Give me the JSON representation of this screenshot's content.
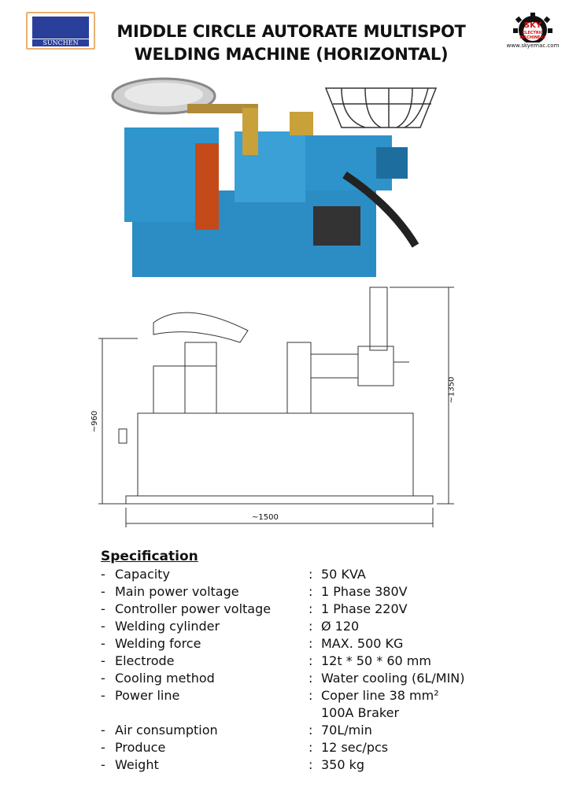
{
  "header": {
    "title_line1": "MIDDLE CIRCLE AUTORATE MULTISPOT",
    "title_line2": "WELDING MACHINE (HORIZONTAL)",
    "logo_left": "SUNCHEN",
    "logo_right": "SKY ELECTRIC MACHINERY",
    "logo_right_url": "www.skyemac.com"
  },
  "drawing": {
    "dim_height": "~960",
    "dim_width": "~1500",
    "dim_total_height": "~1350"
  },
  "specification": {
    "title": "Specification",
    "rows": [
      {
        "label": "Capacity",
        "value": "50 KVA"
      },
      {
        "label": "Main power voltage",
        "value": "1 Phase  380V"
      },
      {
        "label": "Controller power voltage",
        "value": "1 Phase 220V"
      },
      {
        "label": "Welding cylinder",
        "value": "Ø 120"
      },
      {
        "label": "Welding force",
        "value": "MAX. 500 KG"
      },
      {
        "label": "Electrode",
        "value": "12t * 50 * 60 mm"
      },
      {
        "label": "Cooling method",
        "value": "Water cooling (6L/MIN)"
      },
      {
        "label": "Power line",
        "value": "Coper line 38 mm²",
        "value2": "100A  Braker"
      },
      {
        "label": "Air consumption",
        "value": "70L/min"
      },
      {
        "label": "Produce",
        "value": "12 sec/pcs"
      },
      {
        "label": "Weight",
        "value": "350 kg"
      }
    ]
  }
}
